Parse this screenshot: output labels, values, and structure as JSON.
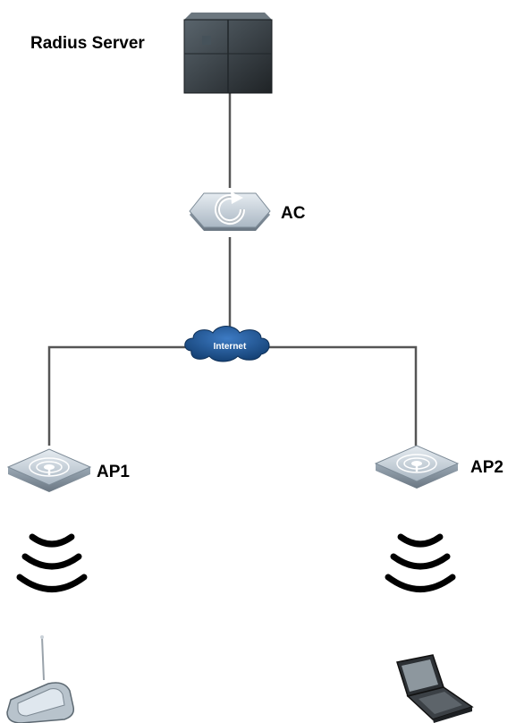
{
  "labels": {
    "server": "Radius Server",
    "ac": "AC",
    "internet": "Internet",
    "ap1": "AP1",
    "ap2": "AP2"
  },
  "colors": {
    "link": "#555555",
    "cloud": "#1d4f8c",
    "device_top": "#c9d3dc",
    "device_side": "#8c9aa8",
    "wave": "#000000",
    "server": "#2d3338"
  },
  "icons": {
    "server": "server-icon",
    "ac": "access-controller-icon",
    "cloud": "internet-cloud-icon",
    "ap": "access-point-icon",
    "waves": "wireless-signal-icon",
    "pda": "handheld-device-icon",
    "laptop": "laptop-icon"
  }
}
